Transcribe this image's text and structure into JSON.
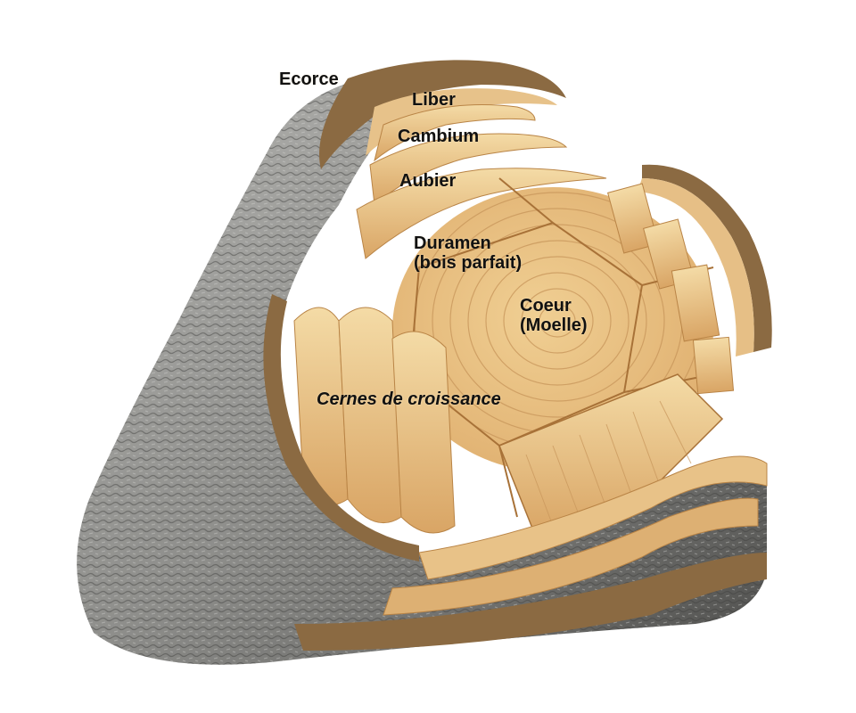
{
  "labels": {
    "ecorce": "Ecorce",
    "liber": "Liber",
    "cambium": "Cambium",
    "aubier": "Aubier",
    "duramen_line1": "Duramen",
    "duramen_line2": "(bois parfait)",
    "coeur_line1": "Coeur",
    "coeur_line2": "(Moelle)",
    "cernes": "Cernes de croissance"
  },
  "colors": {
    "bark_dark": "#5a5a5a",
    "bark_light": "#a8a8a6",
    "bark_edge": "#8b6a42",
    "wood_light": "#f3d9a6",
    "wood_mid": "#e4b87a",
    "wood_dark": "#c98f4e",
    "ring_line": "#c7955a"
  },
  "icons": {
    "log": "cut-log-illustration"
  }
}
